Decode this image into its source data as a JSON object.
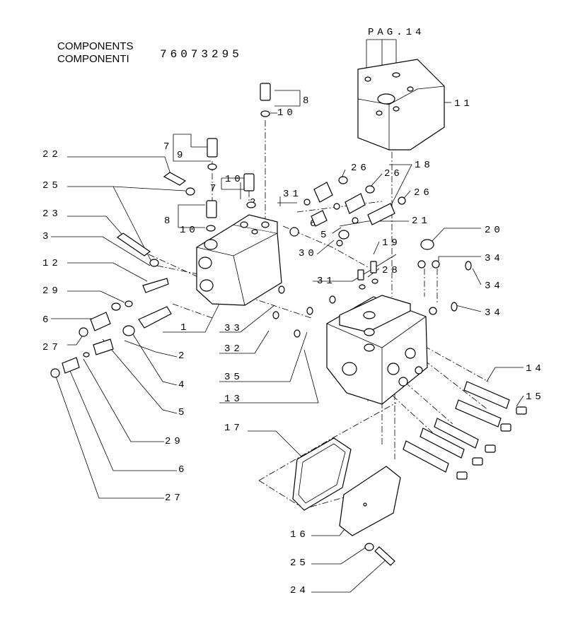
{
  "header": {
    "title_en": "COMPONENTS",
    "title_it": "COMPONENTI",
    "part_number": "76073295"
  },
  "page_ref": "PAG.14",
  "callouts": [
    {
      "id": "pag",
      "text": "PAG.14"
    },
    {
      "id": "c11",
      "text": "11"
    },
    {
      "id": "c8a",
      "text": "8"
    },
    {
      "id": "c10a",
      "text": "10"
    },
    {
      "id": "c7a",
      "text": "7"
    },
    {
      "id": "c9",
      "text": "9"
    },
    {
      "id": "c22",
      "text": "22"
    },
    {
      "id": "c7b",
      "text": "7"
    },
    {
      "id": "c10b",
      "text": "10"
    },
    {
      "id": "c26a",
      "text": "26"
    },
    {
      "id": "c26b",
      "text": "26"
    },
    {
      "id": "c18",
      "text": "18"
    },
    {
      "id": "c25a",
      "text": "25"
    },
    {
      "id": "c2a",
      "text": "2"
    },
    {
      "id": "c31a",
      "text": "31"
    },
    {
      "id": "c26c",
      "text": "26"
    },
    {
      "id": "c23",
      "text": "23"
    },
    {
      "id": "c8b",
      "text": "8"
    },
    {
      "id": "c10c",
      "text": "10"
    },
    {
      "id": "c6a",
      "text": "6"
    },
    {
      "id": "c5a",
      "text": "5"
    },
    {
      "id": "c21",
      "text": "21"
    },
    {
      "id": "c3",
      "text": "3"
    },
    {
      "id": "c30",
      "text": "30"
    },
    {
      "id": "c20",
      "text": "20"
    },
    {
      "id": "c19",
      "text": "19"
    },
    {
      "id": "c12",
      "text": "12"
    },
    {
      "id": "c34a",
      "text": "34"
    },
    {
      "id": "c28",
      "text": "28"
    },
    {
      "id": "c31b",
      "text": "31"
    },
    {
      "id": "c34b",
      "text": "34"
    },
    {
      "id": "c29a",
      "text": "29"
    },
    {
      "id": "c34c",
      "text": "34"
    },
    {
      "id": "c6b",
      "text": "6"
    },
    {
      "id": "c1",
      "text": "1"
    },
    {
      "id": "c33",
      "text": "33"
    },
    {
      "id": "c27a",
      "text": "27"
    },
    {
      "id": "c32",
      "text": "32"
    },
    {
      "id": "c2b",
      "text": "2"
    },
    {
      "id": "c14",
      "text": "14"
    },
    {
      "id": "c35",
      "text": "35"
    },
    {
      "id": "c4",
      "text": "4"
    },
    {
      "id": "c15",
      "text": "15"
    },
    {
      "id": "c13",
      "text": "13"
    },
    {
      "id": "c5b",
      "text": "5"
    },
    {
      "id": "c17",
      "text": "17"
    },
    {
      "id": "c29b",
      "text": "29"
    },
    {
      "id": "c6c",
      "text": "6"
    },
    {
      "id": "c27b",
      "text": "27"
    },
    {
      "id": "c16",
      "text": "16"
    },
    {
      "id": "c25b",
      "text": "25"
    },
    {
      "id": "c24",
      "text": "24"
    }
  ]
}
